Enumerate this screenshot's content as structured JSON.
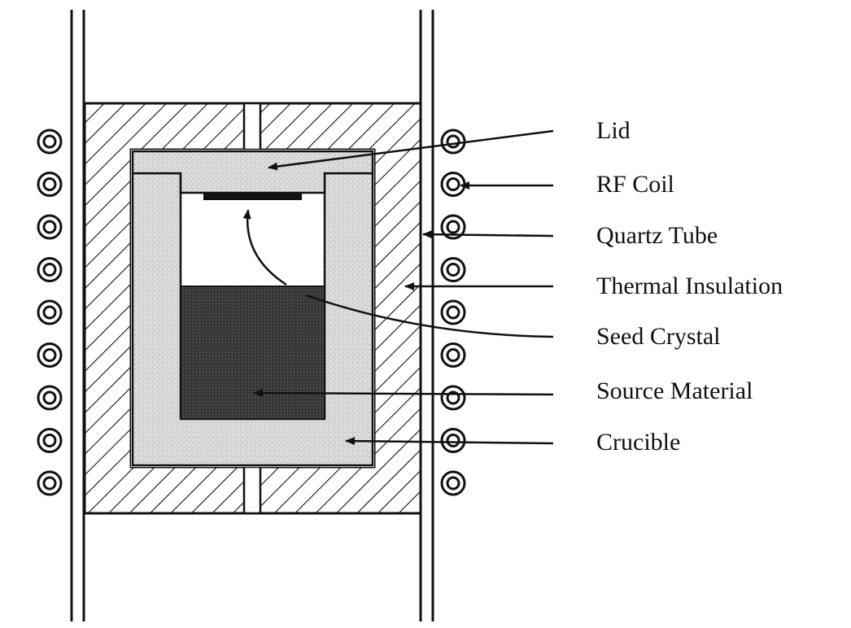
{
  "diagram": {
    "labels": [
      {
        "id": "lid",
        "text": "Lid"
      },
      {
        "id": "rf-coil",
        "text": "RF Coil"
      },
      {
        "id": "quartz-tube",
        "text": "Quartz Tube"
      },
      {
        "id": "thermal-insulation",
        "text": "Thermal Insulation"
      },
      {
        "id": "seed-crystal",
        "text": "Seed Crystal"
      },
      {
        "id": "source-material",
        "text": "Source Material"
      },
      {
        "id": "crucible",
        "text": "Crucible"
      }
    ],
    "coil_turns_per_side": 9,
    "colors": {
      "line": "#111111",
      "background": "#ffffff",
      "crucible_fill": "#dcdcdc",
      "source_fill": "#3a3a3a"
    }
  }
}
